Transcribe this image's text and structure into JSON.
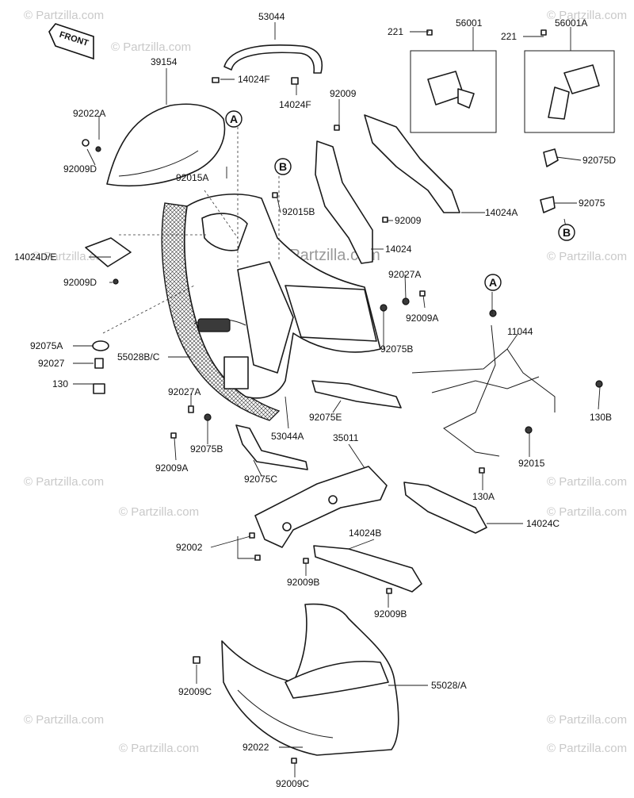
{
  "front_tag": "FRONT",
  "circle_markers": {
    "a": "A",
    "b": "B"
  },
  "watermarks": {
    "center": "© Partzilla.com",
    "corner": "© Partzilla.com"
  },
  "labels": {
    "p53044": "53044",
    "p14024F_1": "14024F",
    "p14024F_2": "14024F",
    "p39154": "39154",
    "p92022A": "92022A",
    "p92009D_1": "92009D",
    "p92015A": "92015A",
    "p92009_1": "92009",
    "p92015B": "92015B",
    "p92009_2": "92009",
    "p221_1": "221",
    "p56001": "56001",
    "p221_2": "221",
    "p56001A": "56001A",
    "p92075D": "92075D",
    "p14024A": "14024A",
    "p92075": "92075",
    "p14024DE": "14024D/E",
    "p92009D_2": "92009D",
    "p14024": "14024",
    "p92027A_1": "92027A",
    "p92009A_1": "92009A",
    "p92075A": "92075A",
    "p92027": "92027",
    "p130": "130",
    "p55028BC": "55028B/C",
    "p92075B_1": "92075B",
    "p11044": "11044",
    "p92027A_2": "92027A",
    "p92075B_2": "92075B",
    "p92009A_2": "92009A",
    "p53044A": "53044A",
    "p92075E": "92075E",
    "p92075C": "92075C",
    "p35011": "35011",
    "p130B": "130B",
    "p92015": "92015",
    "p130A": "130A",
    "p14024C": "14024C",
    "p14024B": "14024B",
    "p92002": "92002",
    "p92009B_1": "92009B",
    "p92009B_2": "92009B",
    "p92009C_1": "92009C",
    "p55028A": "55028/A",
    "p92022": "92022",
    "p92009C_2": "92009C"
  }
}
